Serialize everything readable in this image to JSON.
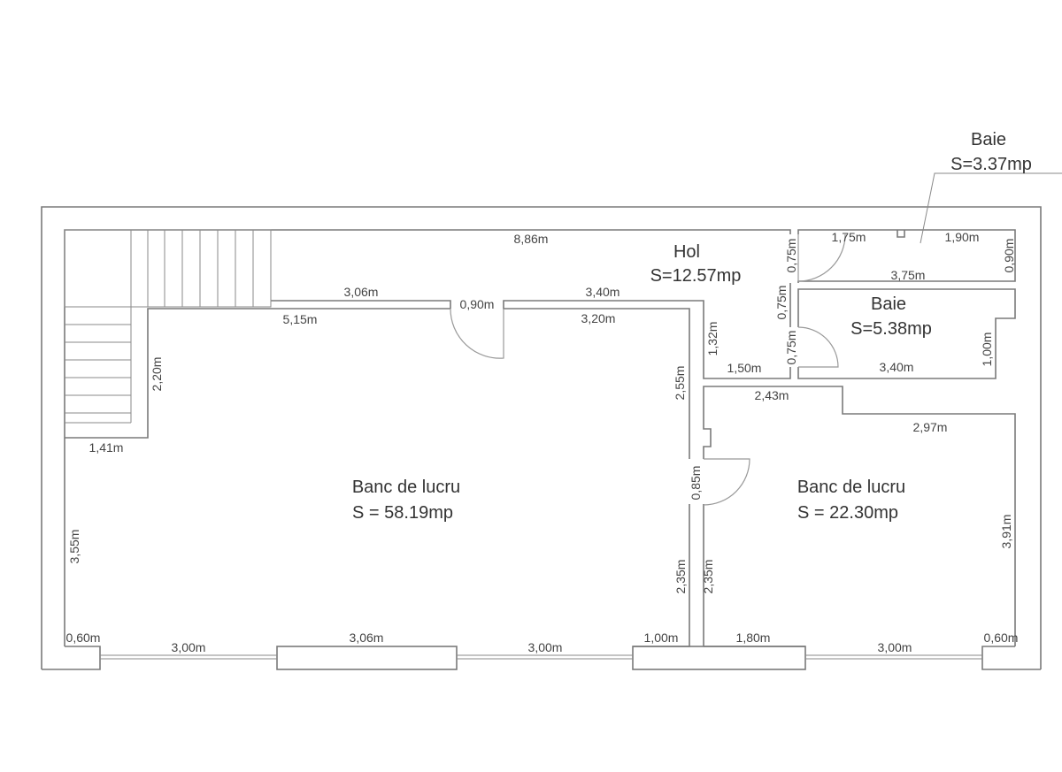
{
  "rooms": {
    "hol": {
      "name": "Hol",
      "area": "S=12.57mp"
    },
    "baie_small": {
      "name": "Baie",
      "area": "S=3.37mp"
    },
    "baie_large": {
      "name": "Baie",
      "area": "S=5.38mp"
    },
    "banc_large": {
      "name": "Banc de lucru",
      "area": "S = 58.19mp"
    },
    "banc_small": {
      "name": "Banc de lucru",
      "area": "S = 22.30mp"
    }
  },
  "dimensions": {
    "top_886": "8,86m",
    "d306_top": "3,06m",
    "d515": "5,15m",
    "door_090": "0,90m",
    "d340_top": "3,40m",
    "d320": "3,20m",
    "d220": "2,20m",
    "d141": "1,41m",
    "d355": "3,55m",
    "d132": "1,32m",
    "d150": "1,50m",
    "d255": "2,55m",
    "d243": "2,43m",
    "d297": "2,97m",
    "d085": "0,85m",
    "d235_left": "2,35m",
    "d235_right": "2,35m",
    "d391": "3,91m",
    "d175": "1,75m",
    "d190": "1,90m",
    "d375": "3,75m",
    "d090_right": "0,90m",
    "d075_a": "0,75m",
    "d075_b": "0,75m",
    "d075_c": "0,75m",
    "d340_baie": "3,40m",
    "d100": "1,00m",
    "b060_left": "0,60m",
    "b300_a": "3,00m",
    "b306": "3,06m",
    "b300_b": "3,00m",
    "b100": "1,00m",
    "b180": "1,80m",
    "b300_c": "3,00m",
    "b060_right": "0,60m"
  }
}
